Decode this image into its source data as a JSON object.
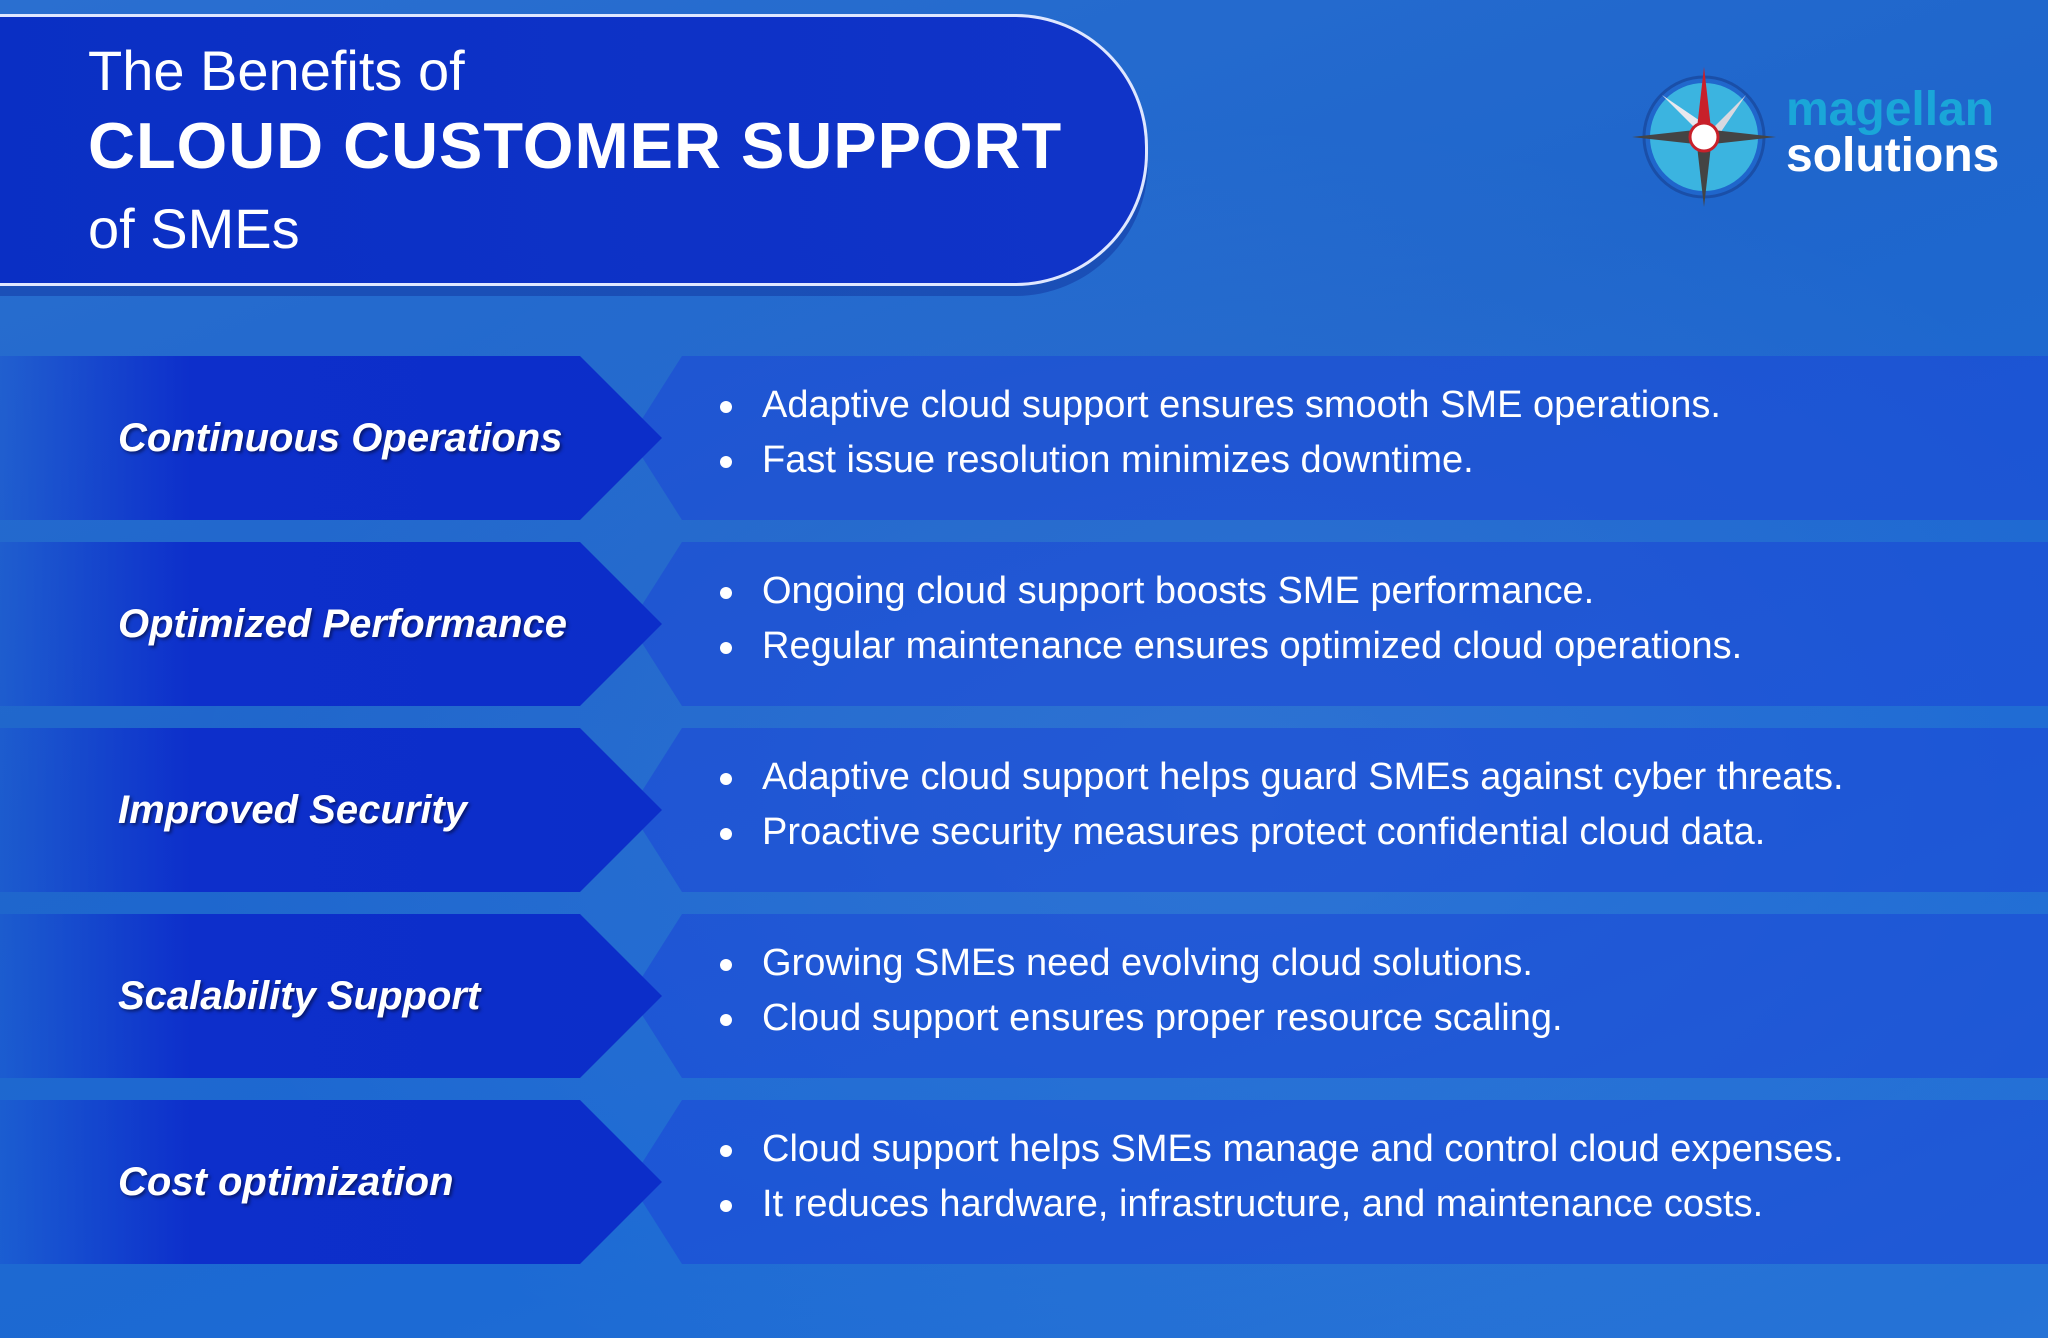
{
  "header": {
    "line1": "The Benefits of",
    "line2": "CLOUD CUSTOMER SUPPORT",
    "line3": "of SMEs"
  },
  "logo": {
    "word1": "magellan",
    "word2": "solutions",
    "icon": "compass-icon"
  },
  "benefits": [
    {
      "title": "Continuous Operations",
      "points": [
        "Adaptive cloud support ensures smooth SME operations.",
        "Fast issue resolution minimizes downtime."
      ]
    },
    {
      "title": "Optimized Performance",
      "points": [
        "Ongoing cloud support boosts SME performance.",
        "Regular maintenance ensures optimized cloud operations."
      ]
    },
    {
      "title": "Improved Security",
      "points": [
        "Adaptive cloud support helps guard SMEs against cyber threats.",
        "Proactive security measures protect confidential cloud data."
      ]
    },
    {
      "title": "Scalability Support",
      "points": [
        "Growing SMEs need evolving cloud solutions.",
        "Cloud support ensures proper resource scaling."
      ]
    },
    {
      "title": "Cost optimization",
      "points": [
        "Cloud support helps SMEs manage and control cloud expenses.",
        "It reduces hardware, infrastructure, and maintenance costs."
      ]
    }
  ],
  "colors": {
    "background": "#1f66cc",
    "label": "#0c2ec9",
    "logo_accent": "#1aa6d8"
  }
}
